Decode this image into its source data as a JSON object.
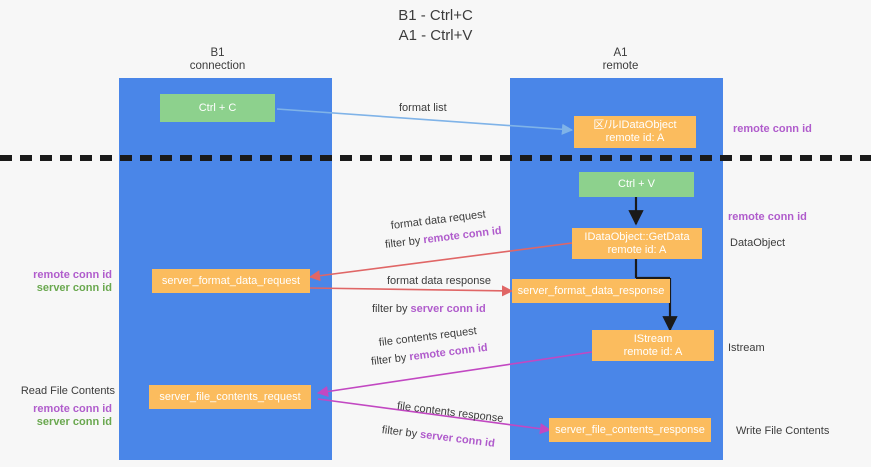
{
  "title": {
    "line1": "B1 - Ctrl+C",
    "line2": "A1 - Ctrl+V"
  },
  "colors": {
    "lane": "#4a86e8",
    "green_node": "#8dd18d",
    "orange_node": "#fbbc5e",
    "remote_conn_id": "#b05ccc",
    "server_conn_id": "#6aa84f",
    "arrow_blue": "#7fb3e8",
    "arrow_red": "#e06666",
    "arrow_magenta": "#c248c2",
    "arrow_black": "#1a1a1a",
    "background": "#f7f7f7"
  },
  "columns": [
    {
      "name": "B1",
      "role": "connection"
    },
    {
      "name": "A1",
      "role": "remote"
    }
  ],
  "nodes": {
    "ctrl_c": {
      "l1": "Ctrl + C",
      "l2": ""
    },
    "idataobject": {
      "l1": "区/ルIDataObject",
      "l2": "remote id: A"
    },
    "ctrl_v": {
      "l1": "Ctrl + V",
      "l2": ""
    },
    "getdata": {
      "l1": "IDataObject::GetData",
      "l2": "remote id: A"
    },
    "server_format_data_request": {
      "l1": "server_format_data_request",
      "l2": ""
    },
    "server_format_data_response": {
      "l1": "server_format_data_response",
      "l2": ""
    },
    "istream": {
      "l1": "IStream",
      "l2": "remote id: A"
    },
    "server_file_contents_request": {
      "l1": "server_file_contents_request",
      "l2": ""
    },
    "server_file_contents_response": {
      "l1": "server_file_contents_response",
      "l2": ""
    }
  },
  "edge_labels": {
    "format_list": "format list",
    "format_data_request": "format data request",
    "format_data_request_filter_prefix": "filter by ",
    "format_data_request_filter_key": "remote conn id",
    "format_data_response": "format data response",
    "format_data_response_filter_prefix": "filter by ",
    "format_data_response_filter_key": "server conn id",
    "file_contents_request": "file contents request",
    "file_contents_request_filter_prefix": "filter by ",
    "file_contents_request_filter_key": "remote conn id",
    "file_contents_response": "file contents response",
    "file_contents_response_filter_prefix": "filter by ",
    "file_contents_response_filter_key": "server conn id"
  },
  "annotations": {
    "right_remote_conn_id_top": "remote conn id",
    "right_remote_conn_id_mid": "remote conn id",
    "right_dataobject": "DataObject",
    "right_istream": "Istream",
    "right_write_file_contents": "Write File Contents",
    "left_remote_conn_id_mid": "remote conn id",
    "left_server_conn_id_mid": "server conn id",
    "left_read_file_contents": "Read File Contents",
    "left_remote_conn_id_bottom": "remote conn id",
    "left_server_conn_id_bottom": "server conn id"
  }
}
